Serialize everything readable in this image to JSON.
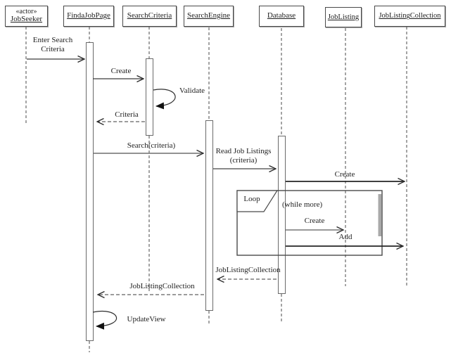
{
  "colors": {
    "background": "#ffffff",
    "line": "#3a3a3a",
    "gray_line": "#8a8a8a",
    "artifact_gray": "#a9a9a9"
  },
  "lifelines": [
    {
      "stereotype": "«actor»",
      "name": "JobSeeker"
    },
    {
      "name": "FindaJobPage"
    },
    {
      "name": "SearchCriteria"
    },
    {
      "name": "SearchEngine"
    },
    {
      "name": "Database"
    },
    {
      "name": "JobListing"
    },
    {
      "name": "JobListingCollection"
    }
  ],
  "messages": [
    {
      "label": "Enter Search Criteria",
      "from": "JobSeeker",
      "to": "FindaJobPage",
      "kind": "call"
    },
    {
      "label": "Create",
      "from": "FindaJobPage",
      "to": "SearchCriteria",
      "kind": "call"
    },
    {
      "label": "Validate",
      "from": "SearchCriteria",
      "to": "SearchCriteria",
      "kind": "self"
    },
    {
      "label": "Criteria",
      "from": "SearchCriteria",
      "to": "FindaJobPage",
      "kind": "return"
    },
    {
      "label": "Search(criteria)",
      "from": "FindaJobPage",
      "to": "SearchEngine",
      "kind": "call"
    },
    {
      "label": "Read Job Listings (criteria)",
      "from": "SearchEngine",
      "to": "Database",
      "kind": "call"
    },
    {
      "label": "Create",
      "from": "Database",
      "to": "JobListingCollection",
      "kind": "call"
    },
    {
      "label": "Create",
      "from": "Database",
      "to": "JobListing",
      "kind": "call"
    },
    {
      "label": "Add",
      "from": "Database",
      "to": "JobListingCollection",
      "kind": "call"
    },
    {
      "label": "JobListingCollection",
      "from": "Database",
      "to": "SearchEngine",
      "kind": "return"
    },
    {
      "label": "JobListingCollection",
      "from": "SearchEngine",
      "to": "FindaJobPage",
      "kind": "return"
    },
    {
      "label": "UpdateView",
      "from": "FindaJobPage",
      "to": "FindaJobPage",
      "kind": "self"
    }
  ],
  "fragment": {
    "operator": "Loop",
    "guard": "(while more)"
  }
}
